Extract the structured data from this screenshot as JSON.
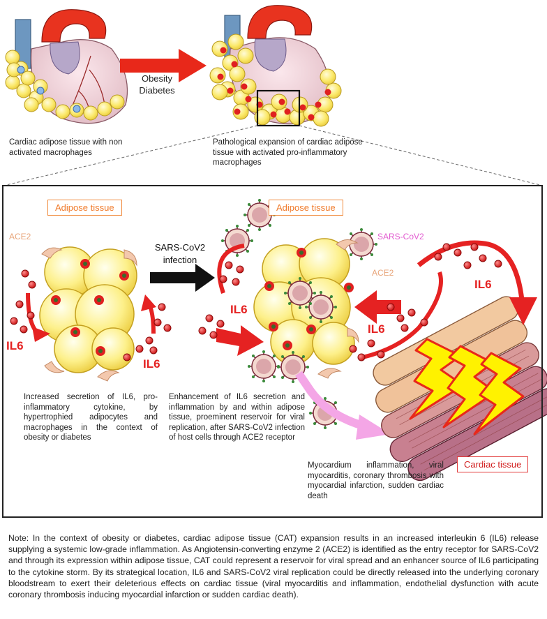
{
  "top": {
    "arrow_label_1": "Obesity",
    "arrow_label_2": "Diabetes",
    "left_caption": "Cardiac adipose tissue with non activated macrophages",
    "right_caption": "Pathological expansion of cardiac adipose tissue with activated pro-inflammatory macrophages"
  },
  "panel": {
    "adipose_tag_left": "Adipose tissue",
    "adipose_tag_mid": "Adipose tissue",
    "ace2_left": "ACE2",
    "ace2_mid": "ACE2",
    "sars_label": "SARS-CoV2",
    "infection_1": "SARS-CoV2",
    "infection_2": "infection",
    "il6": "IL6",
    "cardiac_tag": "Cardiac tissue",
    "desc_left": "Increased secretion of IL6, pro-inflammatory cytokine, by hypertrophied adipocytes and macrophages in the context of obesity or diabetes",
    "desc_mid": "Enhancement of IL6 secretion and inflammation by and within adipose tissue, proeminent reservoir for viral replication, after SARS-CoV2 infection of host cells through ACE2 receptor",
    "desc_right": "Myocardium inflammation, viral myocarditis, coronary thrombosis with myocardial infarction, sudden cardiac death"
  },
  "note": "Note: In the context of obesity or diabetes, cardiac adipose tissue (CAT) expansion results in an increased interleukin 6 (IL6) release supplying a systemic low-grade inflammation. As Angiotensin-converting enzyme 2 (ACE2) is identified as the entry receptor for SARS-CoV2 and through its expression within adipose tissue, CAT could represent a reservoir for viral spread and an enhancer source of IL6 participating to the cytokine storm. By its strategical location, IL6 and SARS-CoV2 viral replication could be directly released into the underlying coronary bloodstream to exert their deleterious effects on cardiac tissue (viral myocarditis and inflammation, endothelial dysfunction with acute coronary thrombosis inducing myocardial infarction or sudden cardiac death).",
  "colors": {
    "il6_red": "#e52222",
    "adipose_orange": "#f07a2a",
    "ace2_tan": "#e8a57a",
    "sars_pink": "#e25bd0",
    "heart_red": "#e8331f",
    "fat_yellow": "#fbe96b"
  }
}
